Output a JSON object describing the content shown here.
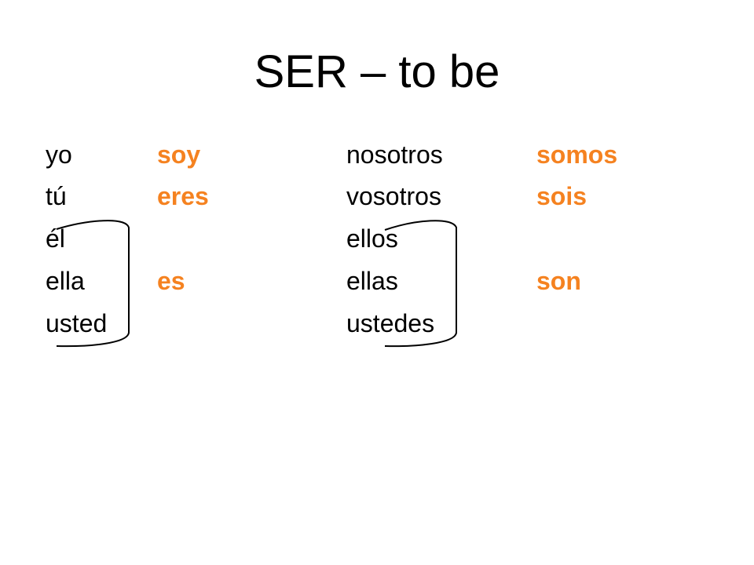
{
  "slide": {
    "title": "SER – to be",
    "accent_color": "#f58220",
    "singular": {
      "pronouns": [
        "yo",
        "tú",
        "él",
        "ella",
        "usted"
      ],
      "forms": [
        "soy",
        "eres",
        "es"
      ]
    },
    "plural": {
      "pronouns": [
        "nosotros",
        "vosotros",
        "ellos",
        "ellas",
        "ustedes"
      ],
      "forms": [
        "somos",
        "sois",
        "son"
      ]
    }
  }
}
